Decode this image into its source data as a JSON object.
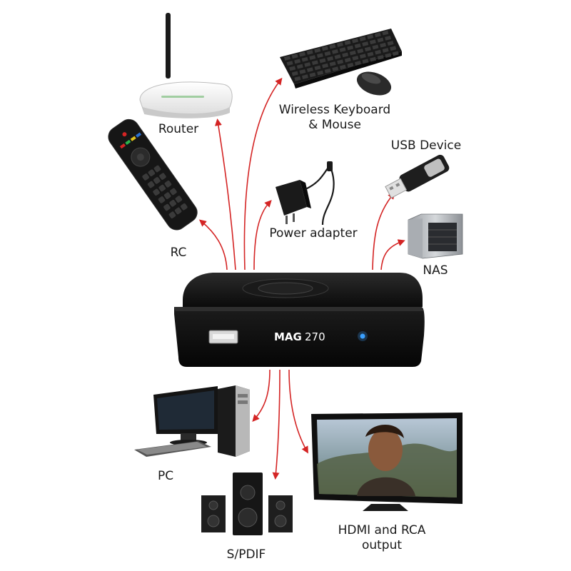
{
  "labels": {
    "router": "Router",
    "keyboard_line1": "Wireless Keyboard",
    "keyboard_line2": "& Mouse",
    "usb": "USB Device",
    "rc": "RC",
    "power": "Power adapter",
    "nas": "NAS",
    "pc": "PC",
    "spdif": "S/PDIF",
    "hdmi_line1": "HDMI and RCA",
    "hdmi_line2": "output"
  },
  "device": {
    "brand": "MAG",
    "model": "270"
  },
  "colors": {
    "arrow": "#d42424",
    "device_body": "#111111",
    "led": "#3aa0ff"
  },
  "icons": [
    "router-icon",
    "keyboard-icon",
    "mouse-icon",
    "remote-control-icon",
    "power-adapter-icon",
    "usb-stick-icon",
    "nas-icon",
    "pc-icon",
    "speakers-icon",
    "tv-icon",
    "set-top-box-icon"
  ]
}
